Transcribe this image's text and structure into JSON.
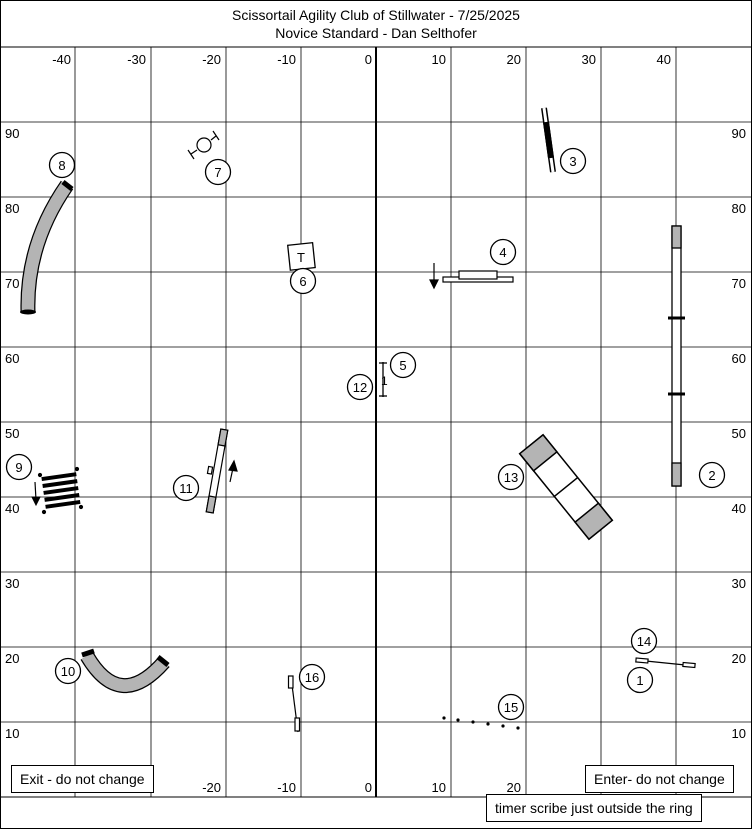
{
  "header": {
    "title": "Scissortail Agility Club of Stillwater - 7/25/2025",
    "subtitle": "Novice Standard - Dan Selthofer"
  },
  "axis": {
    "top_labels": [
      "-40",
      "-30",
      "-20",
      "-10",
      "0",
      "10",
      "20",
      "30",
      "40"
    ],
    "bottom_labels": [
      "-20",
      "-10",
      "0",
      "10",
      "20"
    ],
    "left_labels": [
      "90",
      "80",
      "70",
      "60",
      "50",
      "40",
      "30",
      "20",
      "10"
    ],
    "right_labels": [
      "90",
      "80",
      "70",
      "60",
      "50",
      "40",
      "30",
      "20",
      "10"
    ]
  },
  "obstacles": {
    "table_label": "T",
    "tire_label": "1",
    "numbers": [
      "1",
      "2",
      "3",
      "4",
      "5",
      "6",
      "7",
      "8",
      "9",
      "10",
      "11",
      "12",
      "13",
      "14",
      "15",
      "16"
    ]
  },
  "notes": {
    "exit": "Exit - do not change",
    "enter": "Enter- do not change",
    "timer": "timer scribe just outside the ring"
  }
}
